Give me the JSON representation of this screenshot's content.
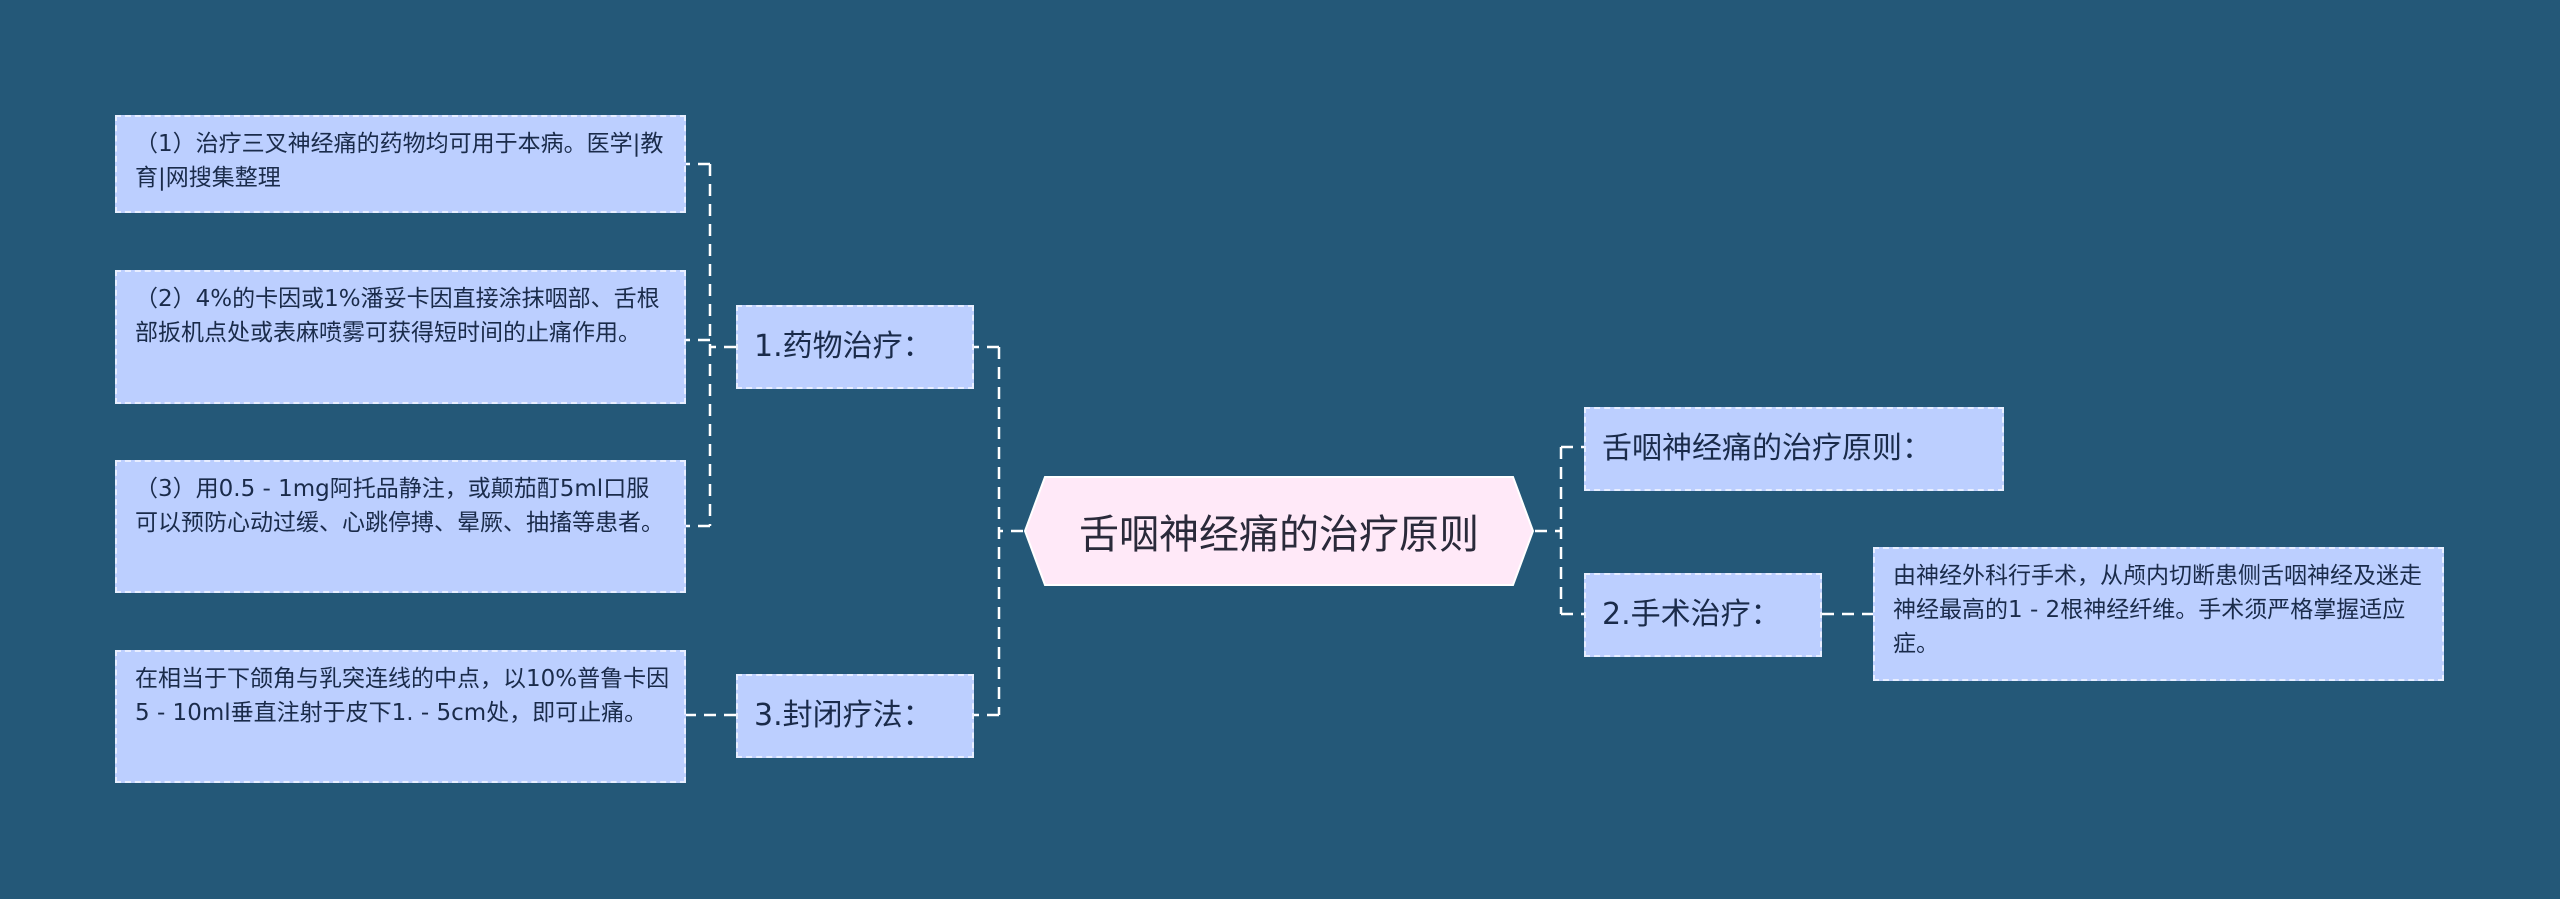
{
  "root": {
    "label": "舌咽神经痛的治疗原则"
  },
  "branches": {
    "drug": {
      "label": "1.药物治疗：",
      "items": [
        "（1）治疗三叉神经痛的药物均可用于本病。医学|教育|网搜集整理",
        "（2）4%的卡因或1%潘妥卡因直接涂抹咽部、舌根部扳机点处或表麻喷雾可获得短时间的止痛作用。",
        "（3）用0.5 - 1mg阿托品静注，或颠茄酊5ml口服可以预防心动过缓、心跳停搏、晕厥、抽搐等患者。"
      ]
    },
    "block": {
      "label": "3.封闭疗法：",
      "items": [
        "在相当于下颌角与乳突连线的中点，以10%普鲁卡因5 - 10ml垂直注射于皮下1. - 5cm处，即可止痛。"
      ]
    },
    "principle": {
      "label": "舌咽神经痛的治疗原则："
    },
    "surgery": {
      "label": "2.手术治疗：",
      "items": [
        "由神经外科行手术，从颅内切断患侧舌咽神经及迷走神经最高的1 - 2根神经纤维。手术须严格掌握适应症。"
      ]
    }
  },
  "colors": {
    "background": "#245878",
    "node_fill": "#bccfff",
    "node_border": "#e8eeff",
    "root_fill": "#ffe9f8",
    "connector": "#ffffff"
  }
}
